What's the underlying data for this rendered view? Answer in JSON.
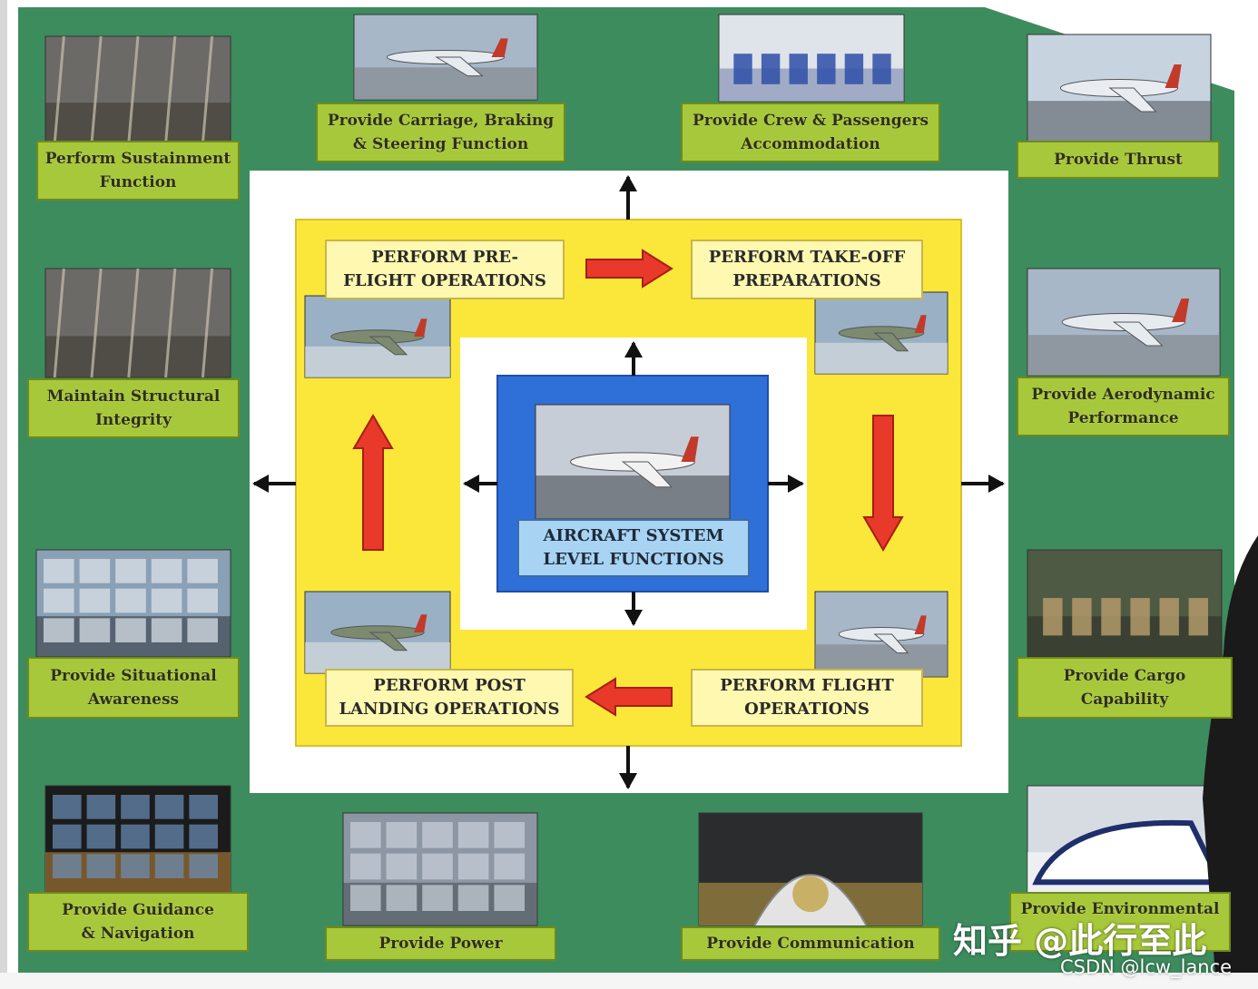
{
  "colors": {
    "panel_green": "#3d8c5e",
    "outer_white": "#ffffff",
    "yellow_band": "#fbe73a",
    "center_blue": "#2f6fd8",
    "flow_arrow_red": "#e8392a",
    "label_green": "#a7c83a",
    "label_yellow": "#fff8b0",
    "label_blue": "#a9d3f2"
  },
  "outer_functions": [
    {
      "id": "sustainment",
      "label": "Perform Sustainment\nFunction",
      "icon": "hangar-maintenance-photo"
    },
    {
      "id": "carriage",
      "label": "Provide Carriage, Braking\n& Steering Function",
      "icon": "airliner-landing-photo"
    },
    {
      "id": "crew",
      "label": "Provide Crew & Passengers\nAccommodation",
      "icon": "cabin-seats-photo"
    },
    {
      "id": "thrust",
      "label": "Provide Thrust",
      "icon": "jet-engine-photo"
    },
    {
      "id": "structural",
      "label": "Maintain Structural\nIntegrity",
      "icon": "airframe-structure-photo"
    },
    {
      "id": "aero",
      "label": "Provide Aerodynamic\nPerformance",
      "icon": "airliner-takeoff-photo"
    },
    {
      "id": "situational",
      "label": "Provide Situational\nAwareness",
      "icon": "cockpit-view-photo"
    },
    {
      "id": "cargo",
      "label": "Provide Cargo\nCapability",
      "icon": "cargo-hold-photo"
    },
    {
      "id": "guidance",
      "label": "Provide Guidance\n& Navigation",
      "icon": "flight-displays-photo"
    },
    {
      "id": "power",
      "label": "Provide Power",
      "icon": "overhead-panel-photo"
    },
    {
      "id": "communication",
      "label": "Provide Communication",
      "icon": "radome-antenna-photo"
    },
    {
      "id": "environmental",
      "label": "Provide Environmental",
      "icon": "nose-section-photo"
    }
  ],
  "phases": [
    {
      "id": "preflight",
      "label": "PERFORM PRE-\nFLIGHT OPERATIONS"
    },
    {
      "id": "takeoff",
      "label": "PERFORM TAKE-OFF\nPREPARATIONS"
    },
    {
      "id": "flight",
      "label": "PERFORM FLIGHT\nOPERATIONS"
    },
    {
      "id": "postlanding",
      "label": "PERFORM POST\nLANDING OPERATIONS"
    }
  ],
  "center": {
    "label": "AIRCRAFT SYSTEM\nLEVEL FUNCTIONS",
    "icon": "aircraft-front-photo"
  },
  "watermark": {
    "zhihu": "知乎 @此行至此",
    "csdn": "CSDN @lcw_lance"
  }
}
